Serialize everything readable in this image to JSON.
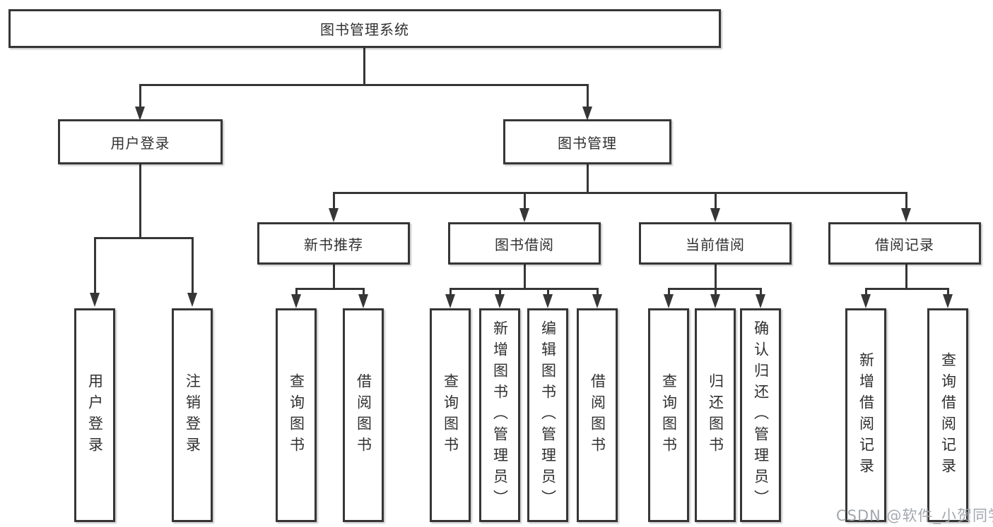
{
  "diagram": {
    "type": "hierarchy-tree",
    "colors": {
      "background": "#ffffff",
      "line": "#363636",
      "box_border": "#363636",
      "box_fill": "#ffffff",
      "text": "#303030",
      "watermark": "#9ea3a9"
    },
    "nodes": {
      "root": "图书管理系统",
      "user_login": "用户登录",
      "book_management": "图书管理",
      "new_book_recommend": "新书推荐",
      "book_borrowing": "图书借阅",
      "current_borrowing": "当前借阅",
      "borrowing_records": "借阅记录",
      "ul_children": [
        "用户登录",
        "注销登录"
      ],
      "nb_children": [
        "查询图书",
        "借阅图书"
      ],
      "bb_children": [
        "查询图书",
        "新增图书（管理员）",
        "编辑图书（管理员）",
        "借阅图书"
      ],
      "cb_children": [
        "查询图书",
        "归还图书",
        "确认归还（管理员）"
      ],
      "br_children": [
        "新增借阅记录",
        "查询借阅记录"
      ]
    },
    "watermark": "CSDN @软件_小贺同学"
  }
}
